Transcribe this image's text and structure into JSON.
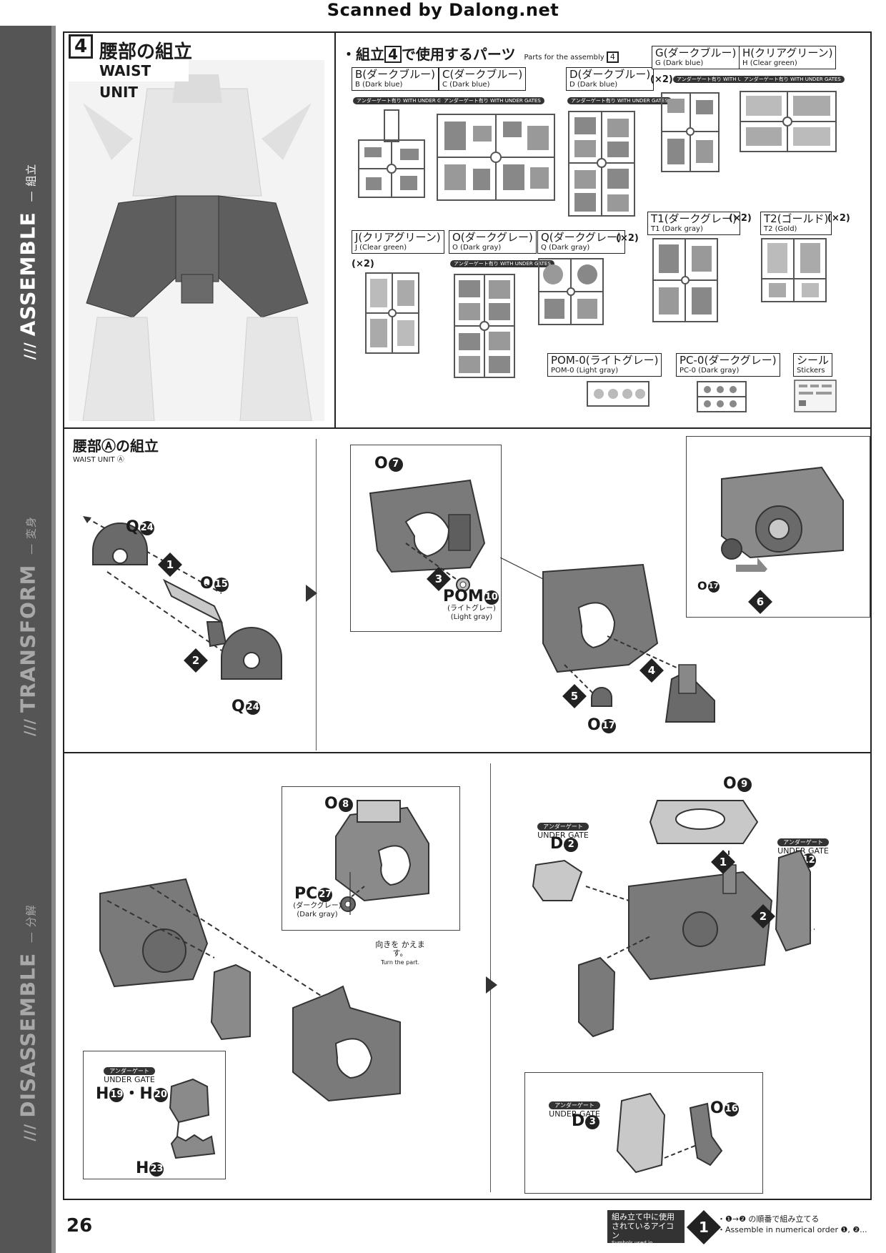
{
  "header": {
    "scan_credit": "Scanned by Dalong.net"
  },
  "sidebar": {
    "assemble": {
      "en": "ASSEMBLE",
      "jp": "組立"
    },
    "transform": {
      "en": "TRANSFORM",
      "jp": "変身"
    },
    "disassemble": {
      "en": "DISASSEMBLE",
      "jp": "分解"
    },
    "mark": "///"
  },
  "step": {
    "number": "4",
    "title_jp": "腰部の組立",
    "title_en": "WAIST UNIT"
  },
  "parts": {
    "title_jp": "・組立",
    "title_num": "4",
    "title_jp_tail": "で使用するパーツ",
    "title_en": "Parts for the assembly",
    "title_en_num": "4",
    "under_gate_tag": "アンダーゲート有り WITH UNDER GATES",
    "runners": [
      {
        "jp": "B(ダークブルー)",
        "en": "B (Dark blue)"
      },
      {
        "jp": "C(ダークブルー)",
        "en": "C (Dark blue)"
      },
      {
        "jp": "D(ダークブルー)",
        "en": "D (Dark blue)"
      },
      {
        "jp": "G(ダークブルー)",
        "en": "G (Dark blue)",
        "mult": "(×2)"
      },
      {
        "jp": "H(クリアグリーン)",
        "en": "H (Clear green)"
      },
      {
        "jp": "J(クリアグリーン)",
        "en": "J (Clear green)",
        "mult": "(×2)"
      },
      {
        "jp": "O(ダークグレー)",
        "en": "O (Dark gray)"
      },
      {
        "jp": "Q(ダークグレー)",
        "en": "Q (Dark gray)",
        "mult": "(×2)"
      },
      {
        "jp": "T1(ダークグレー)",
        "en": "T1 (Dark gray)",
        "mult": "(×2)"
      },
      {
        "jp": "T2(ゴールド)",
        "en": "T2 (Gold)",
        "mult": "(×2)"
      },
      {
        "jp": "POM-0(ライトグレー)",
        "en": "POM-0 (Light gray)"
      },
      {
        "jp": "PC-0(ダークグレー)",
        "en": "PC-0 (Dark gray)"
      },
      {
        "jp": "シール",
        "en": "Stickers"
      }
    ]
  },
  "waist_a": {
    "title_jp": "腰部Ⓐの組立",
    "title_en": "WAIST UNIT Ⓐ",
    "callouts": {
      "q24_top": {
        "letter": "Q",
        "num": "24"
      },
      "o15": {
        "letter": "O",
        "num": "15"
      },
      "q24_bottom": {
        "letter": "Q",
        "num": "24"
      },
      "o7": {
        "letter": "O",
        "num": "7"
      },
      "pom10": {
        "letter": "POM",
        "num": "10"
      },
      "pom10_jp": "(ライトグレー)",
      "pom10_en": "(Light gray)",
      "o17_right": {
        "letter": "O",
        "num": "17"
      },
      "o17_bottom": {
        "letter": "O",
        "num": "17"
      }
    },
    "steps": [
      "1",
      "2",
      "3",
      "4",
      "5",
      "6"
    ]
  },
  "waist_b": {
    "callouts": {
      "o8": {
        "letter": "O",
        "num": "8"
      },
      "pc27": {
        "letter": "PC",
        "num": "27"
      },
      "pc27_jp": "(ダークグレー)",
      "pc27_en": "(Dark gray)",
      "turn_jp": "向きを かえます。",
      "turn_en": "Turn the part.",
      "h19_h20": {
        "letter": "H",
        "num": "19",
        "sep": "・H",
        "num2": "20"
      },
      "h23": {
        "letter": "H",
        "num": "23"
      },
      "o9": {
        "letter": "O",
        "num": "9"
      },
      "d2": {
        "letter": "D",
        "num": "2"
      },
      "o12": {
        "letter": "O",
        "num": "12"
      },
      "d3": {
        "letter": "D",
        "num": "3"
      },
      "o16": {
        "letter": "O",
        "num": "16"
      }
    },
    "under_gate_jp": "アンダーゲート",
    "under_gate_en": "UNDER GATE",
    "steps": [
      "1",
      "2"
    ]
  },
  "footer": {
    "page": "26",
    "legend_jp": "組み立て中に使用 されているアイコン",
    "legend_en": "Symbols used in instructions",
    "legend_icon": "1",
    "legend_line1": "・❶→❷ の順番で組み立てる",
    "legend_line2": "・Assemble in numerical order ❶, ❷..."
  },
  "colors": {
    "part_dark": "#5e5e5e",
    "part_mid": "#8a8a8a",
    "part_light": "#c4c4c4",
    "frame": "#222222"
  }
}
